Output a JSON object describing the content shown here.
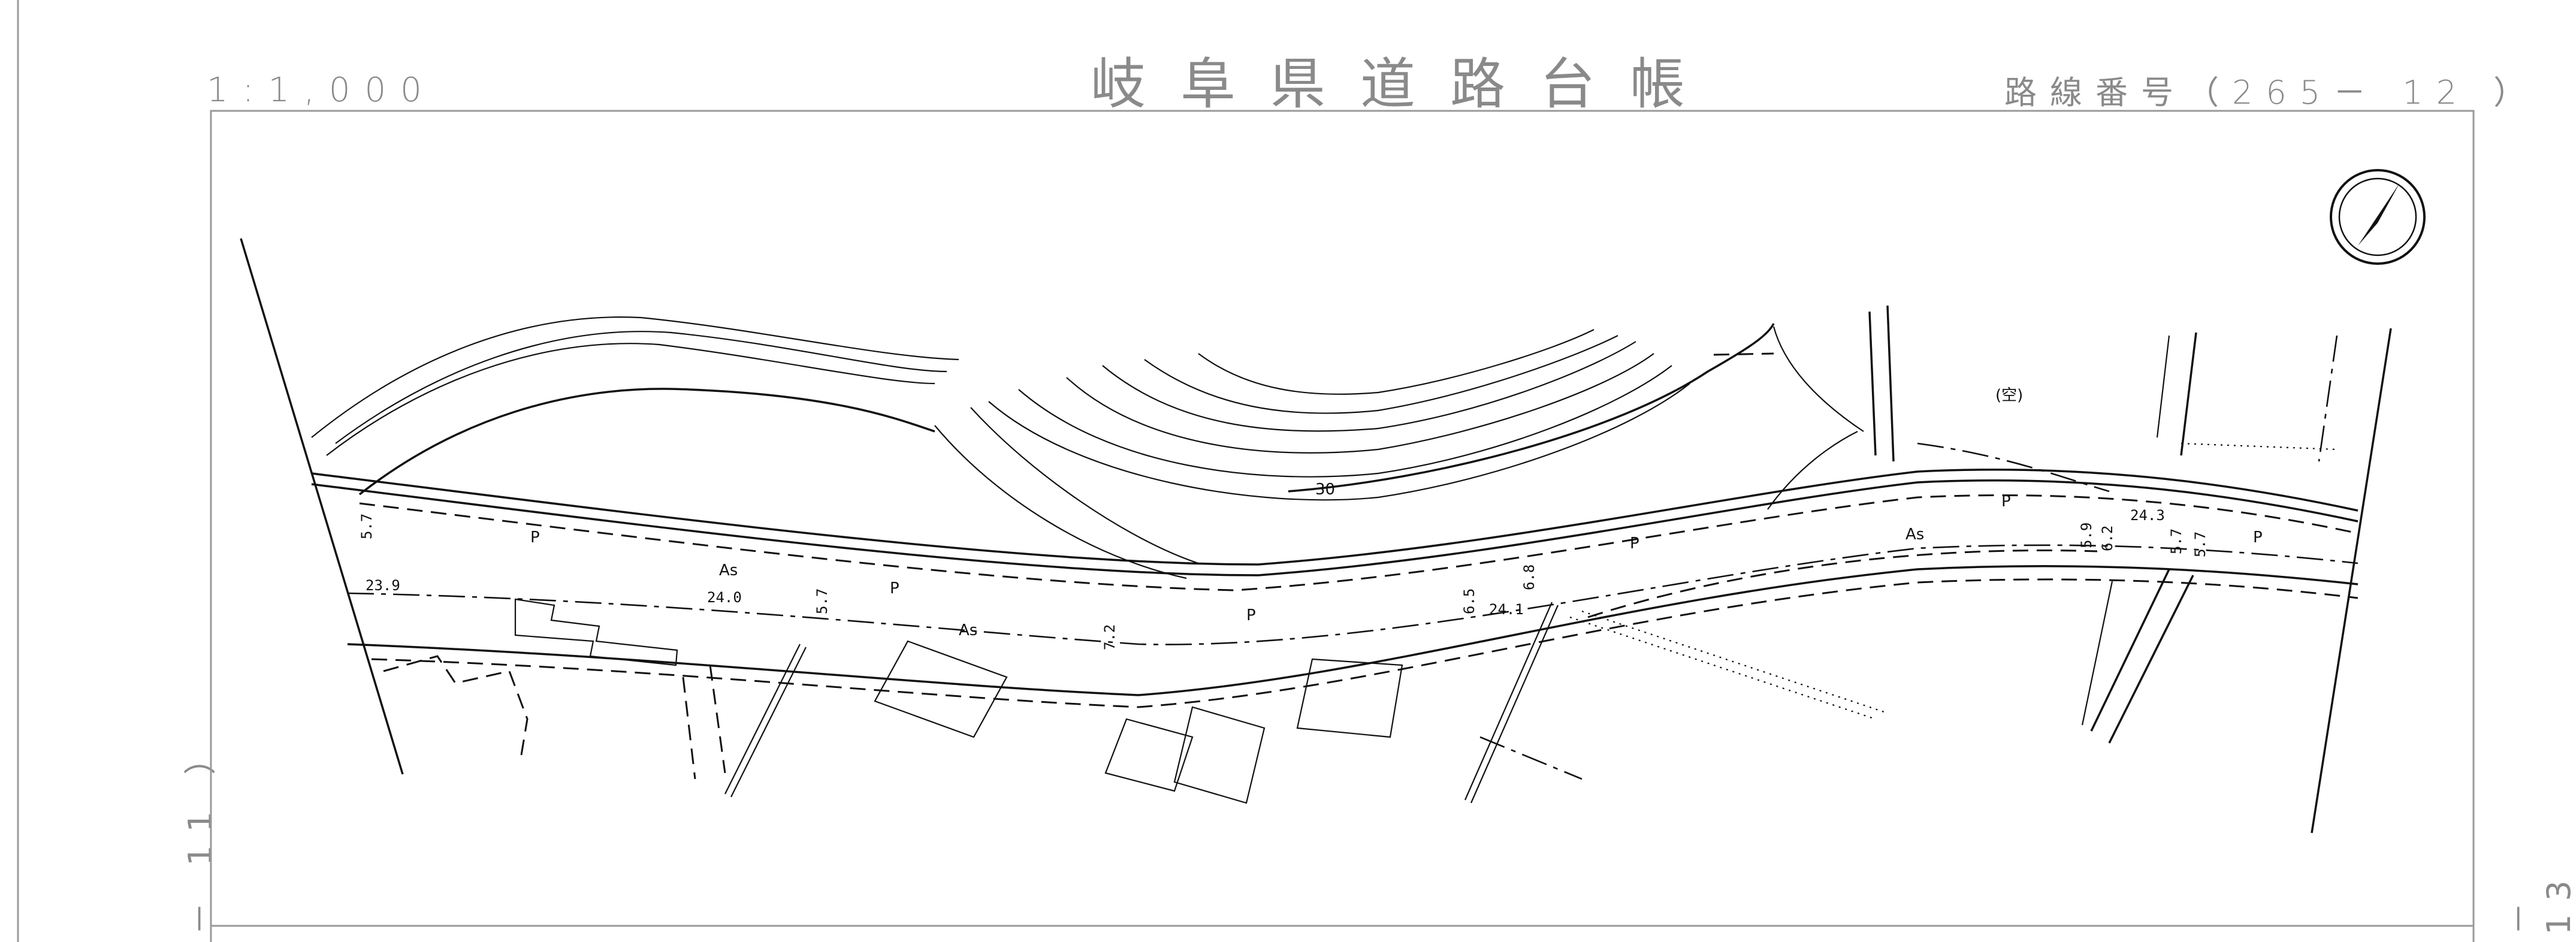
{
  "header": {
    "scale": "1:1,000",
    "title": "岐阜県道路台帳",
    "route": "路線番号（265－ 12 ）"
  },
  "side_refs": {
    "left": "－ 11 ）",
    "right": "－ 13 ）"
  },
  "map": {
    "surface_label": "As",
    "pavement_label": "P",
    "contour_label": "30",
    "vacant_label": "(空)",
    "widths": [
      "23.9",
      "24.0",
      "24.1",
      "24.3"
    ],
    "segments": [
      "5.7",
      "5.7",
      "7.2",
      "6.5",
      "6.8",
      "5.9",
      "6.2",
      "5.7",
      "5.7"
    ]
  }
}
